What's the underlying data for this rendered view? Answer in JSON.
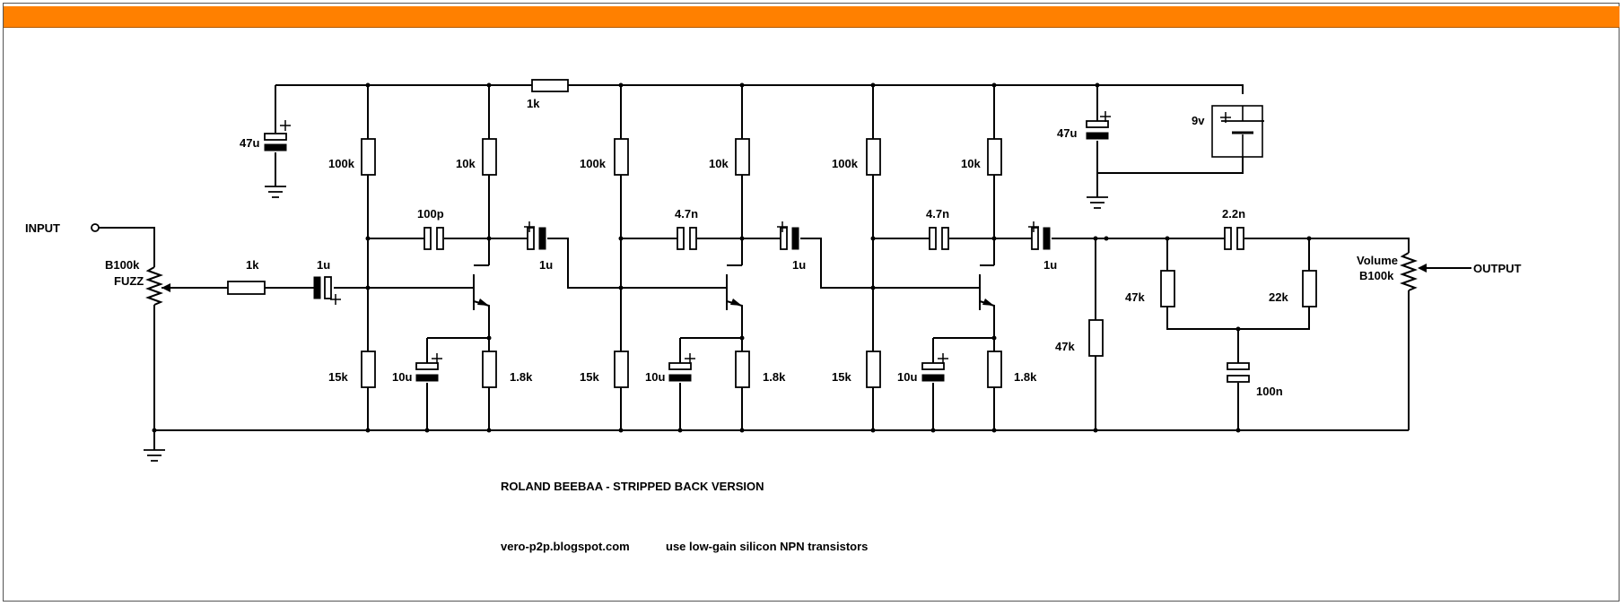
{
  "title": "ROLAND BEEBAA - STRIPPED BACK VERSION",
  "footer": {
    "blog": "vero-p2p.blogspot.com",
    "note": "use low-gain silicon NPN transistors"
  },
  "io": {
    "input": "INPUT",
    "output": "OUTPUT"
  },
  "pots": {
    "fuzz_value": "B100k",
    "fuzz_label": "FUZZ",
    "volume_label": "Volume",
    "volume_value": "B100k"
  },
  "supply": {
    "battery": "9v",
    "bulk_cap": "47u",
    "input_filter_cap": "47u",
    "rail_resistor": "1k"
  },
  "input_stage": {
    "series_resistor": "1k",
    "coupling_cap": "1u"
  },
  "stage1": {
    "bias_top": "100k",
    "collector": "10k",
    "feedback_cap": "100p",
    "output_cap": "1u",
    "bias_bottom": "15k",
    "emitter_cap": "10u",
    "emitter": "1.8k"
  },
  "stage2": {
    "bias_top": "100k",
    "collector": "10k",
    "feedback_cap": "4.7n",
    "output_cap": "1u",
    "bias_bottom": "15k",
    "emitter_cap": "10u",
    "emitter": "1.8k"
  },
  "stage3": {
    "bias_top": "100k",
    "collector": "10k",
    "feedback_cap": "4.7n",
    "output_cap": "1u",
    "bias_bottom": "15k",
    "emitter_cap": "10u",
    "emitter": "1.8k"
  },
  "tone": {
    "load": "47k",
    "left": "47k",
    "bridge_cap": "2.2n",
    "right": "22k",
    "shunt_cap": "100n"
  },
  "colors": {
    "header_bar": "#ff8000",
    "ink": "#000000"
  }
}
